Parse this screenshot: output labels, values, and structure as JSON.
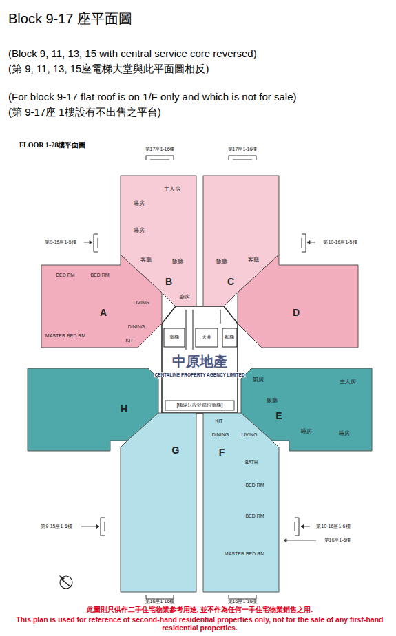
{
  "diagram": {
    "title": "Block 9-17 座平面圖",
    "nodes": [
      {
        "text": [
          "B",
          "主人房",
          "睡房",
          "睡房",
          "客廳",
          "飯廳",
          "廚房"
        ]
      },
      {
        "text": [
          "C",
          "客廳",
          "飯廳"
        ]
      },
      {
        "text": [
          "A",
          "BED RM",
          "BED RM",
          "LIVING",
          "DINING",
          "MASTER BED RM",
          "KIT"
        ]
      },
      {
        "text": [
          "D"
        ]
      },
      {
        "text": [
          "H"
        ]
      },
      {
        "text": [
          "E",
          "廚房",
          "飯廳",
          "主人房",
          "睡房",
          "睡房"
        ]
      },
      {
        "text": [
          "G"
        ]
      },
      {
        "text": [
          "F",
          "KIT",
          "DINING",
          "LIVING",
          "BATH",
          "BED RM",
          "BED RM",
          "MASTER BED RM"
        ]
      }
    ],
    "labels": [
      "(Block 9, 11, 13, 15 with central service core reversed)",
      "(第 9, 11, 13, 15座電梯大堂與此平面圖相反)",
      "(For block 9-17 flat roof is on 1/F only and which is not for sale)",
      "(第 9-17座 1樓設有不出售之平台)",
      "FLOOR 1-28樓平面圖",
      "第17座1-16樓",
      "第17座1-16樓",
      "第9-15座1-5樓",
      "第10-16座1-5樓",
      "電梯",
      "天井",
      "私梯",
      "中原地產",
      "CENTALINE PROPERTY AGENCY LIMITED",
      "[梯隔只設於部份電梯]",
      "第9-15座1-6樓",
      "第10-16座1-6樓",
      "第16座1-6樓",
      "第16座1-16樓",
      "第16座1-16樓",
      "此圖則只供作二手住宅物業參考用途, 並不作為任何一手住宅物業銷售之用.",
      "This plan is used for reference of second-hand residential properties only, not for the sale of any first-hand residential properties."
    ]
  }
}
